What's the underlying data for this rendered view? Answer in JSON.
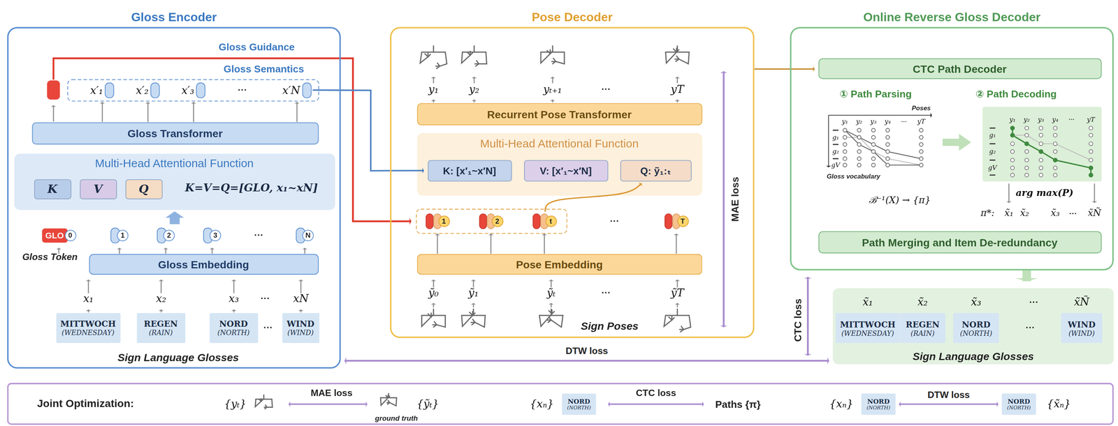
{
  "diagram": {
    "nodes": [
      {
        "text": [
          "Gloss Encoder"
        ]
      },
      {
        "text": [
          "x′₁"
        ],
        "in": 0
      },
      {
        "text": [
          "x′₂"
        ],
        "in": 0
      },
      {
        "text": [
          "x′₃"
        ],
        "in": 0
      },
      {
        "text": [
          "x′N"
        ],
        "in": 0
      },
      {
        "text": [
          "Gloss Transformer"
        ],
        "in": 0
      },
      {
        "text": [
          "Multi-Head Attentional Function",
          "K=V=Q=[GLO, x₁~xN]"
        ],
        "in": 0
      },
      {
        "text": [
          "K"
        ],
        "in": 6
      },
      {
        "text": [
          "V"
        ],
        "in": 6
      },
      {
        "text": [
          "Q"
        ],
        "in": 6
      },
      {
        "text": [
          "GLO",
          "0"
        ],
        "in": 0
      },
      {
        "text": [
          "1"
        ],
        "in": 0
      },
      {
        "text": [
          "2"
        ],
        "in": 0
      },
      {
        "text": [
          "3"
        ],
        "in": 0
      },
      {
        "text": [
          "N"
        ],
        "in": 0
      },
      {
        "text": [
          "Gloss Embedding"
        ],
        "in": 0
      },
      {
        "text": [
          "MITTWOCH",
          "(WEDNESDAY)"
        ],
        "in": 0
      },
      {
        "text": [
          "REGEN",
          "(RAIN)"
        ],
        "in": 0
      },
      {
        "text": [
          "NORD",
          "(NORTH)"
        ],
        "in": 0
      },
      {
        "text": [
          "WIND",
          "(WIND)"
        ],
        "in": 0
      },
      {
        "text": [
          "Pose Decoder"
        ]
      },
      {
        "text": [
          "Recurrent Pose Transformer"
        ],
        "in": 20
      },
      {
        "text": [
          "Multi-Head Attentional Function"
        ],
        "in": 20
      },
      {
        "text": [
          "K: [x′₁~x′N]"
        ],
        "in": 22
      },
      {
        "text": [
          "V: [x′₁~x′N]"
        ],
        "in": 22
      },
      {
        "text": [
          "Q: ỹ₁:ₜ"
        ],
        "in": 22
      },
      {
        "text": [
          "1"
        ],
        "in": 20
      },
      {
        "text": [
          "2"
        ],
        "in": 20
      },
      {
        "text": [
          "t"
        ],
        "in": 20
      },
      {
        "text": [
          "T"
        ],
        "in": 20
      },
      {
        "text": [
          "Pose Embedding"
        ],
        "in": 20
      },
      {
        "text": [
          "Online Reverse Gloss Decoder"
        ]
      },
      {
        "text": [
          "CTC Path Decoder"
        ],
        "in": 31
      },
      {
        "text": [
          "Path Merging and Item De-redundancy"
        ],
        "in": 31
      },
      {
        "text": [
          "Sign Language Glosses"
        ]
      },
      {
        "text": [
          "MITTWOCH",
          "(WEDNESDAY)"
        ],
        "in": 34
      },
      {
        "text": [
          "REGEN",
          "(RAIN)"
        ],
        "in": 34
      },
      {
        "text": [
          "NORD",
          "(NORTH)"
        ],
        "in": 34
      },
      {
        "text": [
          "WIND",
          "(WIND)"
        ],
        "in": 34
      },
      {
        "text": [
          "Joint Optimization:"
        ]
      },
      {
        "text": [
          "NORD",
          "(NORTH)"
        ],
        "in": 39
      },
      {
        "text": [
          "NORD",
          "(NORTH)"
        ],
        "in": 39
      },
      {
        "text": [
          "NORD",
          "(NORTH)"
        ],
        "in": 39
      }
    ],
    "edges": [
      {
        "from": 4,
        "to": 23,
        "arrow": "to"
      },
      {
        "from": 20,
        "to": 32,
        "arrow": "to"
      },
      {
        "from": 28,
        "to": 25,
        "arrow": "to"
      },
      {
        "from": 0,
        "to": 34,
        "label": "DTW loss",
        "arrow": "both"
      },
      {
        "from": 31,
        "to": 34,
        "arrow": "to"
      },
      {
        "from": 15,
        "to": 10,
        "arrow": "to"
      },
      {
        "from": 15,
        "to": 11,
        "arrow": "to"
      },
      {
        "from": 15,
        "to": 12,
        "arrow": "to"
      },
      {
        "from": 15,
        "to": 13,
        "arrow": "to"
      },
      {
        "from": 15,
        "to": 14,
        "arrow": "to"
      },
      {
        "from": 5,
        "to": 1,
        "arrow": "to"
      },
      {
        "from": 5,
        "to": 2,
        "arrow": "to"
      },
      {
        "from": 5,
        "to": 3,
        "arrow": "to"
      },
      {
        "from": 5,
        "to": 4,
        "arrow": "to"
      },
      {
        "from": 30,
        "to": 26,
        "arrow": "to"
      },
      {
        "from": 30,
        "to": 27,
        "arrow": "to"
      },
      {
        "from": 30,
        "to": 28,
        "arrow": "to"
      },
      {
        "from": 30,
        "to": 29,
        "arrow": "to"
      },
      {
        "from": 41,
        "to": 42,
        "label": "DTW loss",
        "arrow": "both"
      }
    ],
    "labels": [
      "Gloss Guidance",
      "Gloss Semantics",
      "···",
      "···",
      "Gloss Token",
      "x₁",
      "x₂",
      "x₃",
      "···",
      "xN",
      "···",
      "Sign Language Glosses",
      "y₁",
      "y₂",
      "yₜ₊₁",
      "···",
      "yT",
      "···",
      "ỹ₀",
      "ỹ₁",
      "ỹₜ",
      "···",
      "ỹT",
      "Sign Poses",
      "MAE loss",
      "① Path Parsing",
      "② Path Decoding",
      "Poses",
      "y₁",
      "y₂",
      "y₃",
      "y₄",
      "···",
      "yT",
      "g₁",
      "g₂",
      "gV",
      "Gloss vocabulary",
      "ℬ⁻¹(X) → {π}",
      "y₁",
      "y₂",
      "y₃",
      "y₄",
      "···",
      "yT",
      "g₁",
      "g₂",
      "gV",
      "arg max(P)",
      "π*:",
      "x̃₁",
      "x̃₂",
      "x̃₃",
      "···",
      "x̃Ñ",
      "CTC loss",
      "x̃₁",
      "x̃₂",
      "x̃₃",
      "···",
      "x̃Ñ",
      "···",
      "{yₜ}",
      "MAE loss",
      "{ỹₜ}",
      "ground truth",
      "{xₙ}",
      "CTC loss",
      "Paths {π}",
      "{xₙ}",
      "{x̃ₙ}"
    ]
  }
}
